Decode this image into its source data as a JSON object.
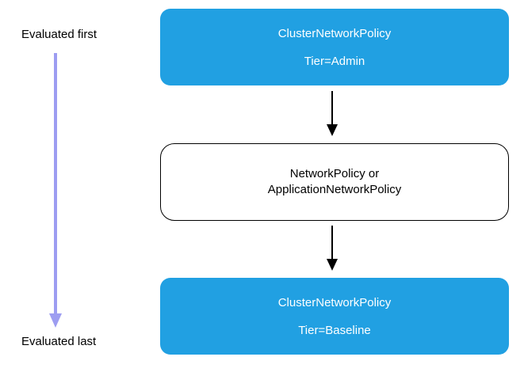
{
  "diagram": {
    "timeline": {
      "first_label": "Evaluated first",
      "last_label": "Evaluated last"
    },
    "nodes": {
      "admin": {
        "title": "ClusterNetworkPolicy",
        "subtitle": "Tier=Admin",
        "style": "blue"
      },
      "network_policy": {
        "line1": "NetworkPolicy or",
        "line2": "ApplicationNetworkPolicy",
        "style": "white-outlined"
      },
      "baseline": {
        "title": "ClusterNetworkPolicy",
        "subtitle": "Tier=Baseline",
        "style": "blue"
      }
    },
    "colors": {
      "node_blue": "#21A0E2",
      "node_text_on_blue": "#FFFFFF",
      "timeline_purple": "#9D9DF1",
      "arrow_black": "#000000",
      "outline_black": "#000000",
      "background": "#FFFFFF"
    }
  }
}
